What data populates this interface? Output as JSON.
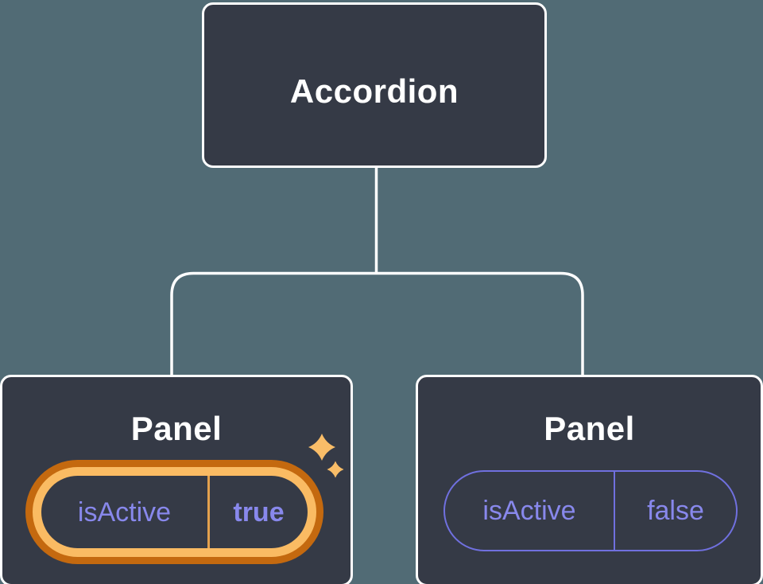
{
  "palette": {
    "bg": "#516B75",
    "node_fill": "#353A46",
    "line": "#FFFFFF",
    "title_text": "#FFFFFF",
    "purple_text": "#8888EC",
    "pill_border_purple": "#7070DF",
    "ring_outer": "#C4690F",
    "ring_inner": "#FABB63",
    "divider_gold": "#E4A14D",
    "sparkle": "#F9BD68"
  },
  "tree": {
    "root": {
      "label": "Accordion"
    },
    "children": [
      {
        "label": "Panel",
        "state_key": "isActive",
        "state_value": "true",
        "highlighted": true,
        "decoration": "sparkle-icon"
      },
      {
        "label": "Panel",
        "state_key": "isActive",
        "state_value": "false",
        "highlighted": false
      }
    ]
  }
}
